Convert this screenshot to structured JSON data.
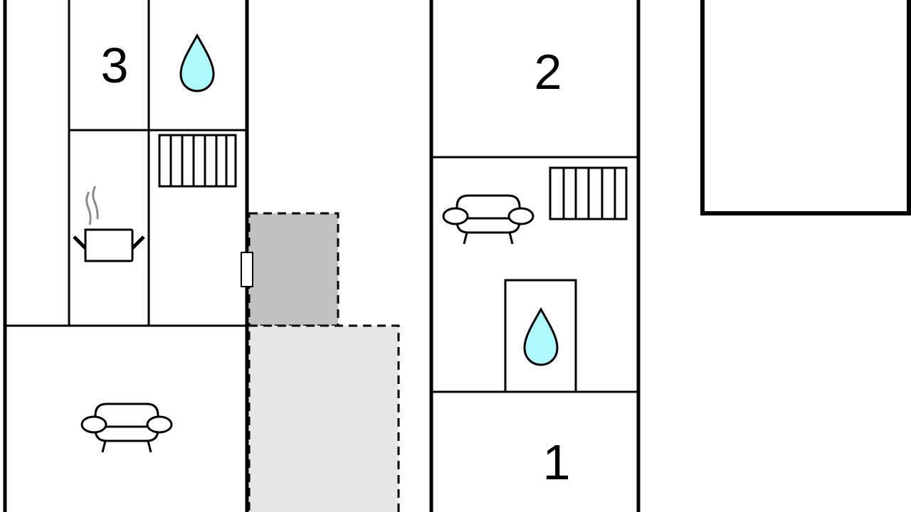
{
  "plan": {
    "room_labels": [
      "3",
      "2",
      "1"
    ],
    "colors": {
      "wall": "#000000",
      "water": "#aef9fb",
      "terrace_dark": "#c0c0c0",
      "terrace_light": "#e6e6e6",
      "steam": "#8a8a8a"
    },
    "icons": [
      "water-drop-icon",
      "radiator-icon",
      "cooking-pot-icon",
      "sofa-icon",
      "door-icon"
    ]
  }
}
